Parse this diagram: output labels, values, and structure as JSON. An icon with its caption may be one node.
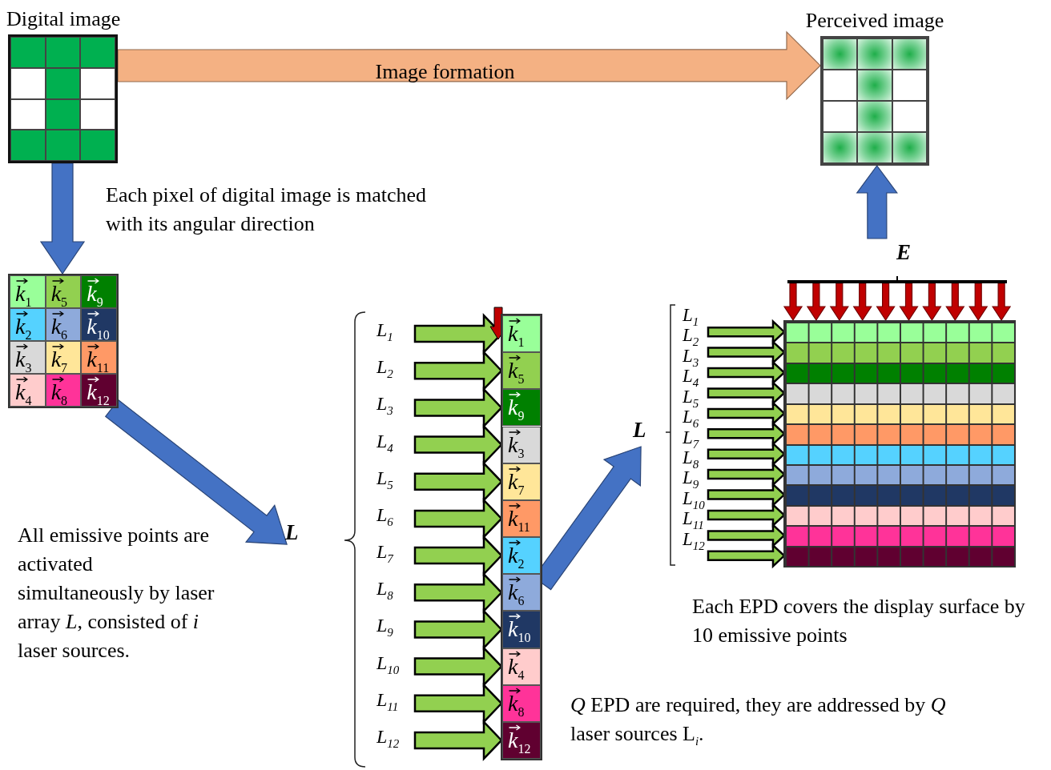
{
  "diagram": {
    "nodes": [
      {
        "text": [
          "Digital image"
        ]
      },
      {
        "text": [
          "Perceived image"
        ]
      },
      {
        "text": [],
        "shape": "box"
      },
      {
        "text": [
          "k$_{1}$"
        ],
        "in": 2
      },
      {
        "text": [
          "k$_{5}$"
        ],
        "in": 2
      },
      {
        "text": [
          "k$_{9}$"
        ],
        "in": 2
      },
      {
        "text": [
          "k$_{2}$"
        ],
        "in": 2
      },
      {
        "text": [
          "k$_{6}$"
        ],
        "in": 2
      },
      {
        "text": [
          "k$_{10}$"
        ],
        "in": 2
      },
      {
        "text": [
          "k$_{3}$"
        ],
        "in": 2
      },
      {
        "text": [
          "k$_{7}$"
        ],
        "in": 2
      },
      {
        "text": [
          "k$_{11}$"
        ],
        "in": 2
      },
      {
        "text": [
          "k$_{4}$"
        ],
        "in": 2
      },
      {
        "text": [
          "k$_{8}$"
        ],
        "in": 2
      },
      {
        "text": [
          "k$_{12}$"
        ],
        "in": 2
      },
      {
        "text": [
          "L"
        ]
      },
      {
        "text": [
          "L$_{1}$"
        ]
      },
      {
        "text": [
          "L$_{2}$"
        ]
      },
      {
        "text": [
          "L$_{3}$"
        ]
      },
      {
        "text": [
          "L$_{4}$"
        ]
      },
      {
        "text": [
          "L$_{5}$"
        ]
      },
      {
        "text": [
          "L$_{6}$"
        ]
      },
      {
        "text": [
          "L$_{7}$"
        ]
      },
      {
        "text": [
          "L$_{8}$"
        ]
      },
      {
        "text": [
          "L$_{9}$"
        ]
      },
      {
        "text": [
          "L$_{10}$"
        ]
      },
      {
        "text": [
          "L$_{11}$"
        ]
      },
      {
        "text": [
          "L$_{12}$"
        ]
      },
      {
        "text": [],
        "shape": "box"
      },
      {
        "text": [
          "k$_{1}$"
        ],
        "in": 28
      },
      {
        "text": [
          "k$_{5}$"
        ],
        "in": 28
      },
      {
        "text": [
          "k$_{9}$"
        ],
        "in": 28
      },
      {
        "text": [
          "k$_{3}$"
        ],
        "in": 28
      },
      {
        "text": [
          "k$_{7}$"
        ],
        "in": 28
      },
      {
        "text": [
          "k$_{11}$"
        ],
        "in": 28
      },
      {
        "text": [
          "k$_{2}$"
        ],
        "in": 28
      },
      {
        "text": [
          "k$_{6}$"
        ],
        "in": 28
      },
      {
        "text": [
          "k$_{10}$"
        ],
        "in": 28
      },
      {
        "text": [
          "k$_{4}$"
        ],
        "in": 28
      },
      {
        "text": [
          "k$_{8}$"
        ],
        "in": 28
      },
      {
        "text": [
          "k$_{12}$"
        ],
        "in": 28
      },
      {
        "text": [
          "L"
        ]
      },
      {
        "text": [
          "E"
        ]
      },
      {
        "text": [],
        "shape": "box"
      },
      {
        "text": [],
        "shape": "bar",
        "in": 43
      },
      {
        "text": [],
        "shape": "bar",
        "in": 43
      },
      {
        "text": [],
        "shape": "bar",
        "in": 43
      },
      {
        "text": [],
        "shape": "bar",
        "in": 43
      },
      {
        "text": [],
        "shape": "bar",
        "in": 43
      },
      {
        "text": [],
        "shape": "bar",
        "in": 43
      },
      {
        "text": [],
        "shape": "bar",
        "in": 43
      },
      {
        "text": [],
        "shape": "bar",
        "in": 43
      },
      {
        "text": [],
        "shape": "bar",
        "in": 43
      },
      {
        "text": [],
        "shape": "bar",
        "in": 43
      },
      {
        "text": [],
        "shape": "bar",
        "in": 43
      },
      {
        "text": [],
        "shape": "bar",
        "in": 43
      },
      {
        "text": [
          "L$_{1}$"
        ]
      },
      {
        "text": [
          "L$_{2}$"
        ]
      },
      {
        "text": [
          "L$_{3}$"
        ]
      },
      {
        "text": [
          "L$_{4}$"
        ]
      },
      {
        "text": [
          "L$_{5}$"
        ]
      },
      {
        "text": [
          "L$_{6}$"
        ]
      },
      {
        "text": [
          "L$_{7}$"
        ]
      },
      {
        "text": [
          "L$_{8}$"
        ]
      },
      {
        "text": [
          "L$_{9}$"
        ]
      },
      {
        "text": [
          "L$_{10}$"
        ]
      },
      {
        "text": [
          "L$_{11}$"
        ]
      },
      {
        "text": [
          "L$_{12}$"
        ]
      },
      {
        "text": [],
        "shape": "bar"
      }
    ],
    "edges": [
      {
        "from": 0,
        "to": 1,
        "arrow": "to",
        "label": "Image formation",
        "color": "#f4b183"
      },
      {
        "from": 0,
        "to": 2,
        "arrow": "to",
        "color": "#4472c4"
      },
      {
        "from": 2,
        "to": 15,
        "arrow": "to",
        "color": "#4472c4"
      },
      {
        "from": 16,
        "to": 29,
        "arrow": "to"
      },
      {
        "from": 17,
        "to": 30,
        "arrow": "to"
      },
      {
        "from": 18,
        "to": 31,
        "arrow": "to"
      },
      {
        "from": 19,
        "to": 32,
        "arrow": "to"
      },
      {
        "from": 20,
        "to": 33,
        "arrow": "to"
      },
      {
        "from": 21,
        "to": 34,
        "arrow": "to"
      },
      {
        "from": 22,
        "to": 35,
        "arrow": "to"
      },
      {
        "from": 23,
        "to": 36,
        "arrow": "to"
      },
      {
        "from": 24,
        "to": 37,
        "arrow": "to"
      },
      {
        "from": 25,
        "to": 38,
        "arrow": "to"
      },
      {
        "from": 26,
        "to": 39,
        "arrow": "to"
      },
      {
        "from": 27,
        "to": 40,
        "arrow": "to"
      },
      {
        "from": 28,
        "to": 41,
        "arrow": "to",
        "color": "#4472c4"
      },
      {
        "from": 42,
        "to": 1,
        "arrow": "to",
        "color": "#4472c4"
      },
      {
        "from": 56,
        "to": 44,
        "arrow": "to"
      },
      {
        "from": 57,
        "to": 45,
        "arrow": "to"
      },
      {
        "from": 58,
        "to": 46,
        "arrow": "to"
      },
      {
        "from": 59,
        "to": 47,
        "arrow": "to"
      },
      {
        "from": 60,
        "to": 48,
        "arrow": "to"
      },
      {
        "from": 61,
        "to": 49,
        "arrow": "to"
      },
      {
        "from": 62,
        "to": 50,
        "arrow": "to"
      },
      {
        "from": 63,
        "to": 51,
        "arrow": "to"
      },
      {
        "from": 64,
        "to": 52,
        "arrow": "to"
      },
      {
        "from": 65,
        "to": 53,
        "arrow": "to"
      },
      {
        "from": 66,
        "to": 54,
        "arrow": "to"
      },
      {
        "from": 67,
        "to": 55,
        "arrow": "to"
      },
      {
        "from": 68,
        "to": 43,
        "arrow": "to",
        "color": "#c00000"
      },
      {
        "from": 68,
        "to": 43,
        "arrow": "to",
        "color": "#c00000"
      },
      {
        "from": 68,
        "to": 43,
        "arrow": "to",
        "color": "#c00000"
      },
      {
        "from": 68,
        "to": 43,
        "arrow": "to",
        "color": "#c00000"
      },
      {
        "from": 68,
        "to": 43,
        "arrow": "to",
        "color": "#c00000"
      },
      {
        "from": 68,
        "to": 43,
        "arrow": "to",
        "color": "#c00000"
      },
      {
        "from": 68,
        "to": 43,
        "arrow": "to",
        "color": "#c00000"
      },
      {
        "from": 68,
        "to": 43,
        "arrow": "to",
        "color": "#c00000"
      },
      {
        "from": 68,
        "to": 43,
        "arrow": "to",
        "color": "#c00000"
      },
      {
        "from": 68,
        "to": 43,
        "arrow": "to",
        "color": "#c00000"
      }
    ],
    "labels": [
      "Each pixel of digital image is matched with its angular direction",
      "All emissive points are activated simultaneously by laser array *L*, consisted of *i* laser sources.",
      "Each EPD covers the display surface by 10 emissive points",
      "*Q* EPD are required, they are addressed by *Q* laser sources L$_{i}$."
    ]
  }
}
